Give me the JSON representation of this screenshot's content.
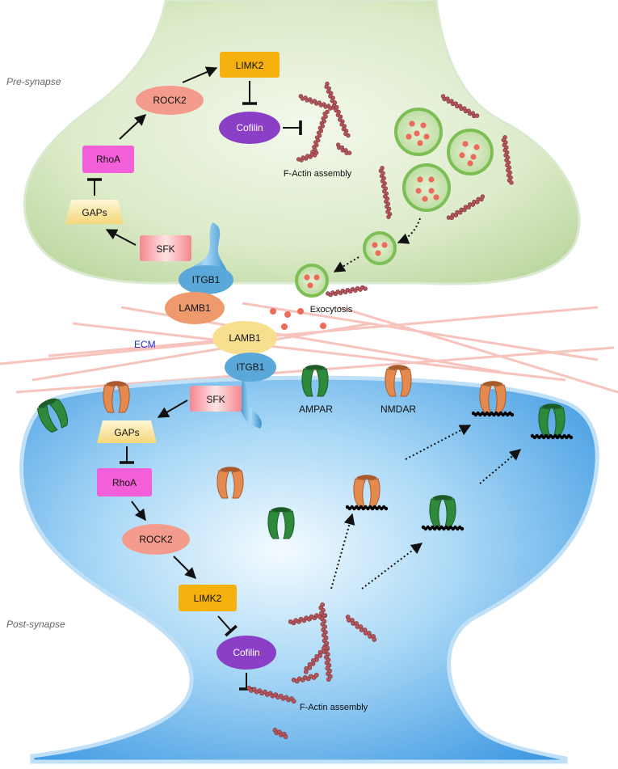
{
  "regions": {
    "pre_synapse": "Pre-synapse",
    "post_synapse": "Post-synapse",
    "ecm": "ECM"
  },
  "pre": {
    "limk2": "LIMK2",
    "rock2": "ROCK2",
    "cofilin": "Cofilin",
    "rhoa": "RhoA",
    "gaps": "GAPs",
    "sfk": "SFK",
    "itgb1": "ITGB1",
    "lamb1": "LAMB1",
    "factin": "F-Actin assembly",
    "exocytosis": "Exocytosis"
  },
  "post": {
    "lamb1": "LAMB1",
    "itgb1": "ITGB1",
    "sfk": "SFK",
    "ampar": "AMPAR",
    "nmdar": "NMDAR",
    "gaps": "GAPs",
    "rhoa": "RhoA",
    "rock2": "ROCK2",
    "limk2": "LIMK2",
    "cofilin": "Cofilin",
    "factin": "F-Actin assembly"
  },
  "colors": {
    "pre_fill": "#cfe3bb",
    "post_fill": "#4aa3e6",
    "limk2": "#f7b10f",
    "rock2": "#f39c8e",
    "cofilin": "#8a3fc6",
    "rhoa": "#f25fd8",
    "sfk": "#f28a92",
    "itgb1": "#5aa8d9",
    "lamb1_pre": "#ee9a6d",
    "lamb1_post": "#f8df8f",
    "ampar": "#2e8a3b",
    "nmdar": "#e58a4f",
    "actin": "#b5565c",
    "ecm_label": "#1f2fd6"
  }
}
